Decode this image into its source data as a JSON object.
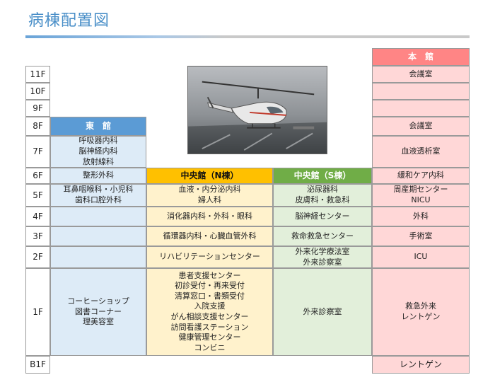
{
  "title": "病棟配置図",
  "floors": [
    "11F",
    "10F",
    "9F",
    "8F",
    "7F",
    "6F",
    "5F",
    "4F",
    "3F",
    "2F",
    "1F",
    "B1F"
  ],
  "headers": {
    "east": "東　館",
    "north": "中央館（N棟）",
    "south": "中央館（S棟）",
    "main": "本　館"
  },
  "east": {
    "f7": [
      "呼吸器内科",
      "脳神経内科",
      "放射線科"
    ],
    "f6": [
      "整形外科"
    ],
    "f5": [
      "耳鼻咽喉科・小児科",
      "歯科口腔外科"
    ],
    "f1": [
      "コーヒーショップ",
      "図書コーナー",
      "理美容室"
    ]
  },
  "north": {
    "f5": [
      "血液・内分泌内科",
      "婦人科"
    ],
    "f4": [
      "消化器内科・外科・眼科"
    ],
    "f3": [
      "循環器内科・心臓血管外科"
    ],
    "f2": [
      "リハビリテーションセンター"
    ],
    "f1": [
      "患者支援センター",
      "初診受付・再来受付",
      "清算窓口・書類受付",
      "入院支援",
      "がん相談支援センター",
      "訪問看護ステーション",
      "健康管理センター",
      "コンビニ"
    ]
  },
  "south": {
    "f5": [
      "泌尿器科",
      "皮膚科・救急科"
    ],
    "f4": [
      "脳神経センター"
    ],
    "f3": [
      "救命救急センター"
    ],
    "f2": [
      "外来化学療法室",
      "外来診察室"
    ],
    "f1": [
      "外来診察室"
    ]
  },
  "main": {
    "f11": [
      "会議室"
    ],
    "f8": [
      "会議室"
    ],
    "f7": [
      "血液透析室"
    ],
    "f6": [
      "緩和ケア内科"
    ],
    "f5": [
      "周産期センター",
      "NICU"
    ],
    "f4": [
      "外科"
    ],
    "f3": [
      "手術室"
    ],
    "f2": [
      "ICU"
    ],
    "f1": [
      "救急外来",
      "レントゲン"
    ],
    "b1": [
      "レントゲン"
    ]
  }
}
